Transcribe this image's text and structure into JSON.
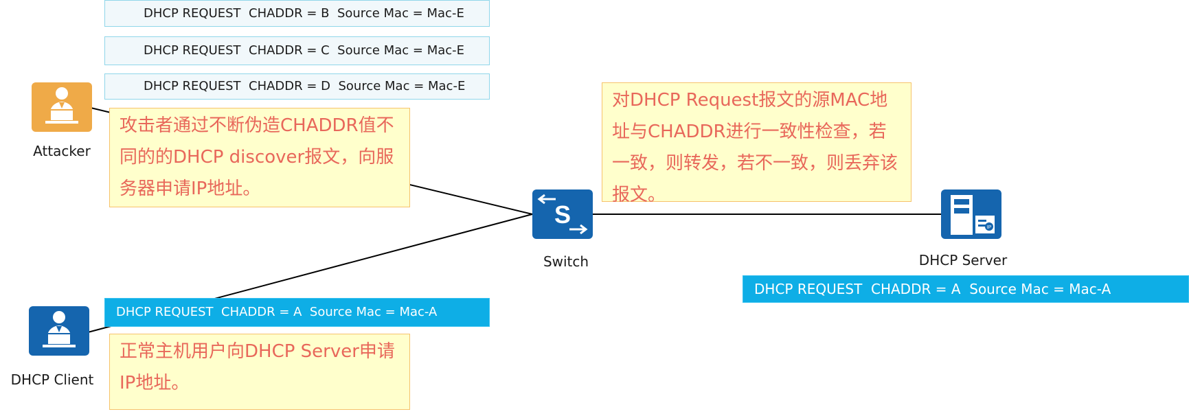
{
  "attacker_requests": [
    "DHCP REQUEST  CHADDR = B  Source Mac = Mac-E",
    "DHCP REQUEST  CHADDR = C  Source Mac = Mac-E",
    "DHCP REQUEST  CHADDR = D  Source Mac = Mac-E"
  ],
  "client_request": "DHCP REQUEST  CHADDR = A  Source Mac = Mac-A",
  "forwarded_request": "DHCP REQUEST  CHADDR = A  Source Mac = Mac-A",
  "notes": {
    "attacker": "攻击者通过不断伪造CHADDR值不同的的DHCP discover报文，向服务器申请IP地址。",
    "switch": "对DHCP Request报文的源MAC地址与CHADDR进行一致性检查，若一致，则转发，若不一致，则丢弃该报文。",
    "client": "正常主机用户向DHCP Server申请IP地址。"
  },
  "nodes": {
    "attacker": {
      "label": "Attacker",
      "icon": "user-laptop-icon",
      "color": "#efaa48"
    },
    "client": {
      "label": "DHCP Client",
      "icon": "user-laptop-icon",
      "color": "#1565ae"
    },
    "switch": {
      "label": "Switch",
      "icon": "switch-icon",
      "color": "#1565ae"
    },
    "server": {
      "label": "DHCP Server",
      "icon": "server-icon",
      "color": "#1565ae"
    }
  }
}
